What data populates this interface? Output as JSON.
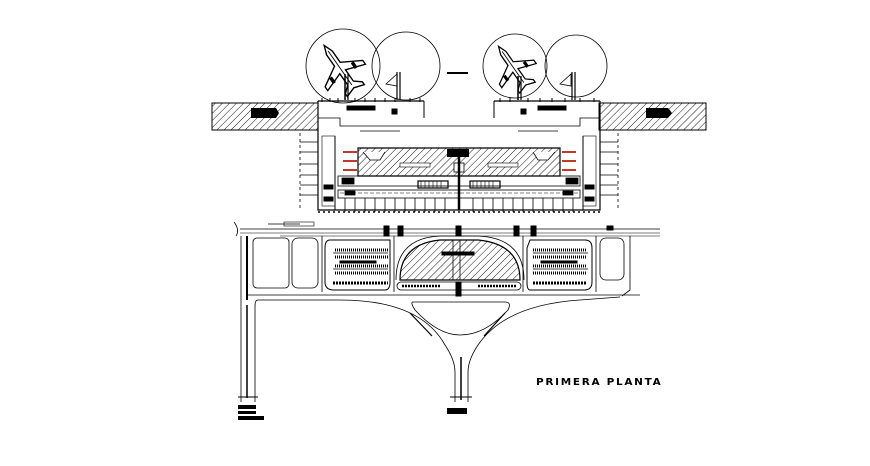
{
  "drawing": {
    "title": "PRIMERA PLANTA",
    "type": "airport terminal floor plan",
    "colors": {
      "line": "#000000",
      "background": "#ffffff",
      "accent": "#c0392b",
      "hatch": "#000000"
    },
    "elements": {
      "aircraft_stands": [
        {
          "id": "stand-left",
          "icon": "airplane-icon"
        },
        {
          "id": "stand-right",
          "icon": "airplane-icon"
        }
      ],
      "turning_circles": 4,
      "hatched_blocks": [
        "left-wing-block",
        "right-wing-block",
        "central-hall-block",
        "central-roundabout"
      ],
      "parking_lots": [
        "parking-left",
        "parking-right"
      ],
      "access_roads": [
        "left-access-road",
        "central-y-access-road"
      ]
    }
  }
}
